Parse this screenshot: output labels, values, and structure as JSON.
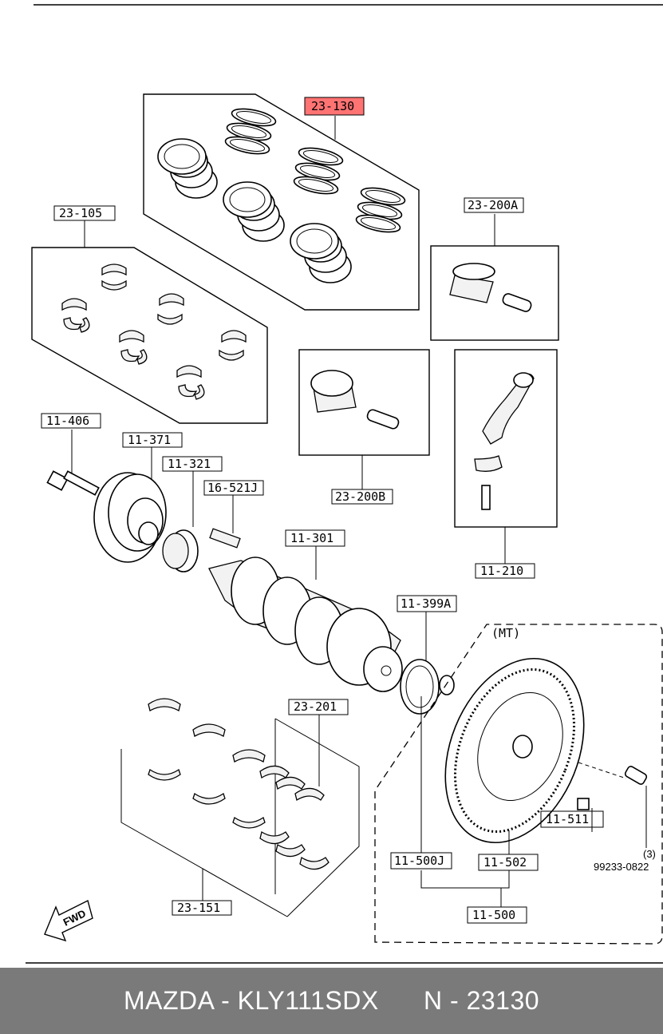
{
  "labels": {
    "l23_130": "23-130",
    "l23_105": "23-105",
    "l23_200A": "23-200A",
    "l23_200B": "23-200B",
    "l11_406": "11-406",
    "l11_371": "11-371",
    "l11_321": "11-321",
    "l16_521J": "16-521J",
    "l11_301": "11-301",
    "l11_210": "11-210",
    "l11_399A": "11-399A",
    "l23_201": "23-201",
    "l23_151": "23-151",
    "l11_511": "11-511",
    "l11_500J": "11-500J",
    "l11_502": "11-502",
    "l11_500": "11-500",
    "mt": "(MT)",
    "qty": "(3)",
    "l99233": "99233-0822",
    "fwd": "FWD"
  },
  "highlight_color": "#ff5a5a",
  "footer": {
    "brand": "MAZDA - KLY111SDX",
    "number": "N - 23130"
  }
}
